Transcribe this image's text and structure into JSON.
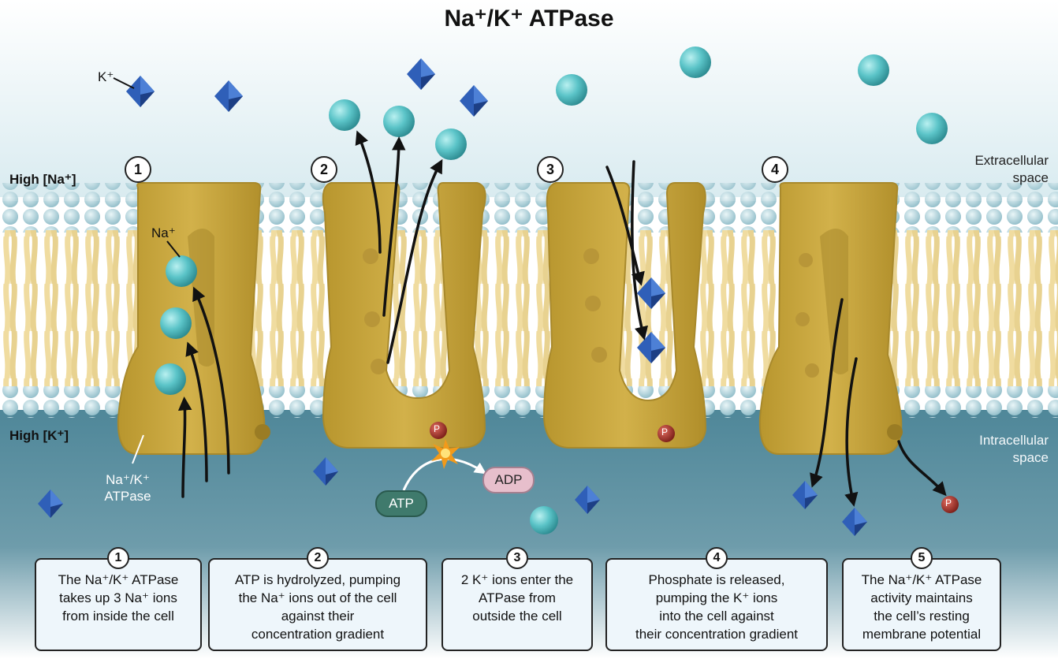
{
  "title": "Na⁺/K⁺ ATPase",
  "labels": {
    "high_na": "High [Na⁺]",
    "high_k": "High [K⁺]",
    "extracellular_line1": "Extracellular",
    "extracellular_line2": "space",
    "intracellular_line1": "Intracellular",
    "intracellular_line2": "space",
    "k_ion": "K⁺",
    "na_ion": "Na⁺",
    "pump_line1": "Na⁺/K⁺",
    "pump_line2": "ATPase",
    "atp": "ATP",
    "adp": "ADP",
    "phosphate": "P"
  },
  "steps": [
    "1",
    "2",
    "3",
    "4"
  ],
  "boxes": [
    {
      "num": "1",
      "line1": "The Na⁺/K⁺ ATPase",
      "line2": "takes up 3 Na⁺ ions",
      "line3": "from inside the cell",
      "line4": ""
    },
    {
      "num": "2",
      "line1": "ATP is hydrolyzed, pumping",
      "line2": "the Na⁺ ions out of the cell",
      "line3": "against their",
      "line4": "concentration gradient"
    },
    {
      "num": "3",
      "line1": "2 K⁺ ions enter the",
      "line2": "ATPase from",
      "line3": "outside the cell",
      "line4": ""
    },
    {
      "num": "4",
      "line1": "Phosphate is released,",
      "line2": "pumping the K⁺ ions",
      "line3": "into the cell against",
      "line4": "their concentration gradient"
    },
    {
      "num": "5",
      "line1": "The Na⁺/K⁺ ATPase",
      "line2": "activity maintains",
      "line3": "the cell’s resting",
      "line4": "membrane potential"
    }
  ],
  "colors": {
    "protein": "#c9a940",
    "protein_dark": "#a8892c",
    "sodium": "#5bc4c8",
    "potassium": "#2f5fb8",
    "phosphate": "#a3302a",
    "atp_fill": "#3f7a6c",
    "adp_fill": "#e7bfcc",
    "intracellular": "#5f8fa0"
  }
}
